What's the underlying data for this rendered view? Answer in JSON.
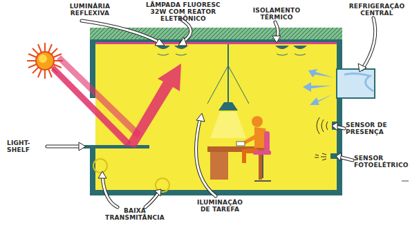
{
  "diagram": {
    "labels": [
      "LUMINÁRIA REFLEXIVA",
      "LÂMPADA FLUORESC 32W COM REATOR ELETRÔNICO",
      "ISOLAMENTO TÉRMICO",
      "REFRIGERAÇÃO CENTRAL",
      "LIGHT-SHELF",
      "SENSOR DE PRESENÇA",
      "SENSOR FOTOELÉTRICO",
      "BAIXA TRANSMITÂNCIA",
      "ILUMINAÇÃO DE TAREFA"
    ]
  }
}
